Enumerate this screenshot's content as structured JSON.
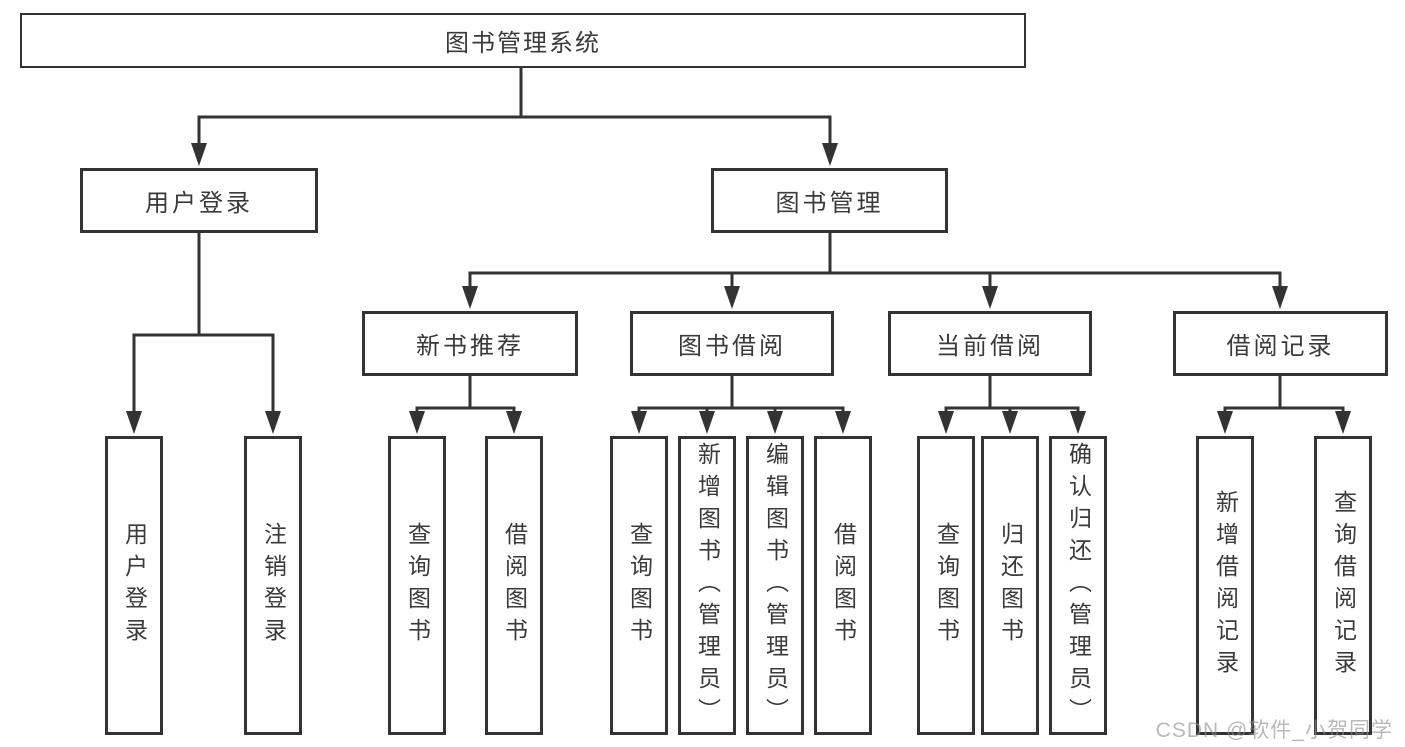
{
  "diagram": {
    "root": {
      "label": "图书管理系统"
    },
    "user_branch": {
      "label": "用户登录",
      "children": [
        {
          "label": "用户登录"
        },
        {
          "label": "注销登录"
        }
      ]
    },
    "management_branch": {
      "label": "图书管理",
      "modules": [
        {
          "label": "新书推荐",
          "children": [
            {
              "label": "查询图书"
            },
            {
              "label": "借阅图书"
            }
          ]
        },
        {
          "label": "图书借阅",
          "children": [
            {
              "label": "查询图书"
            },
            {
              "label": "新增图书（管理员）"
            },
            {
              "label": "编辑图书（管理员）"
            },
            {
              "label": "借阅图书"
            }
          ]
        },
        {
          "label": "当前借阅",
          "children": [
            {
              "label": "查询图书"
            },
            {
              "label": "归还图书"
            },
            {
              "label": "确认归还（管理员）"
            }
          ]
        },
        {
          "label": "借阅记录",
          "children": [
            {
              "label": "新增借阅记录"
            },
            {
              "label": "查询借阅记录"
            }
          ]
        }
      ]
    }
  },
  "watermark": {
    "text": "CSDN @软件_小贺同学"
  },
  "colors": {
    "line": "#333333",
    "box_border": "#333333",
    "text": "#3a3a3a",
    "background": "#ffffff",
    "watermark": "#8f8f8f"
  }
}
